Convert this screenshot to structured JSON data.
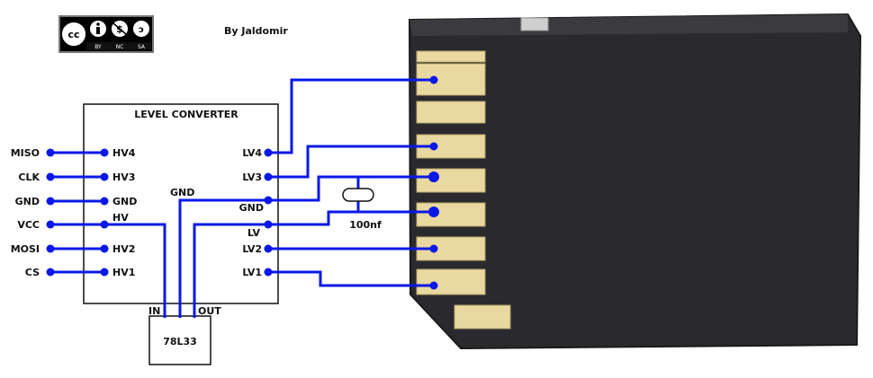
{
  "credit": {
    "author": "By Jaldomir",
    "license_badge": "cc-by-nc-sa-icon",
    "license_words": [
      "BY",
      "NC",
      "SA"
    ]
  },
  "converter": {
    "title": "LEVEL CONVERTER",
    "left_pins": [
      "HV4",
      "HV3",
      "GND",
      "HV",
      "HV2",
      "HV1"
    ],
    "right_pins": [
      "LV4",
      "LV3",
      "GND",
      "LV",
      "LV2",
      "LV1"
    ],
    "inner_gnd": "GND"
  },
  "signals": [
    "MISO",
    "CLK",
    "GND",
    "VCC",
    "MOSI",
    "CS"
  ],
  "regulator": {
    "label": "78L33",
    "in": "IN",
    "out": "OUT"
  },
  "capacitor": {
    "label": "100nf"
  },
  "colors": {
    "wire": "#0a18e6",
    "card_body": "#2a2a2e",
    "contact": "#e9d8a0",
    "text": "#111111"
  }
}
